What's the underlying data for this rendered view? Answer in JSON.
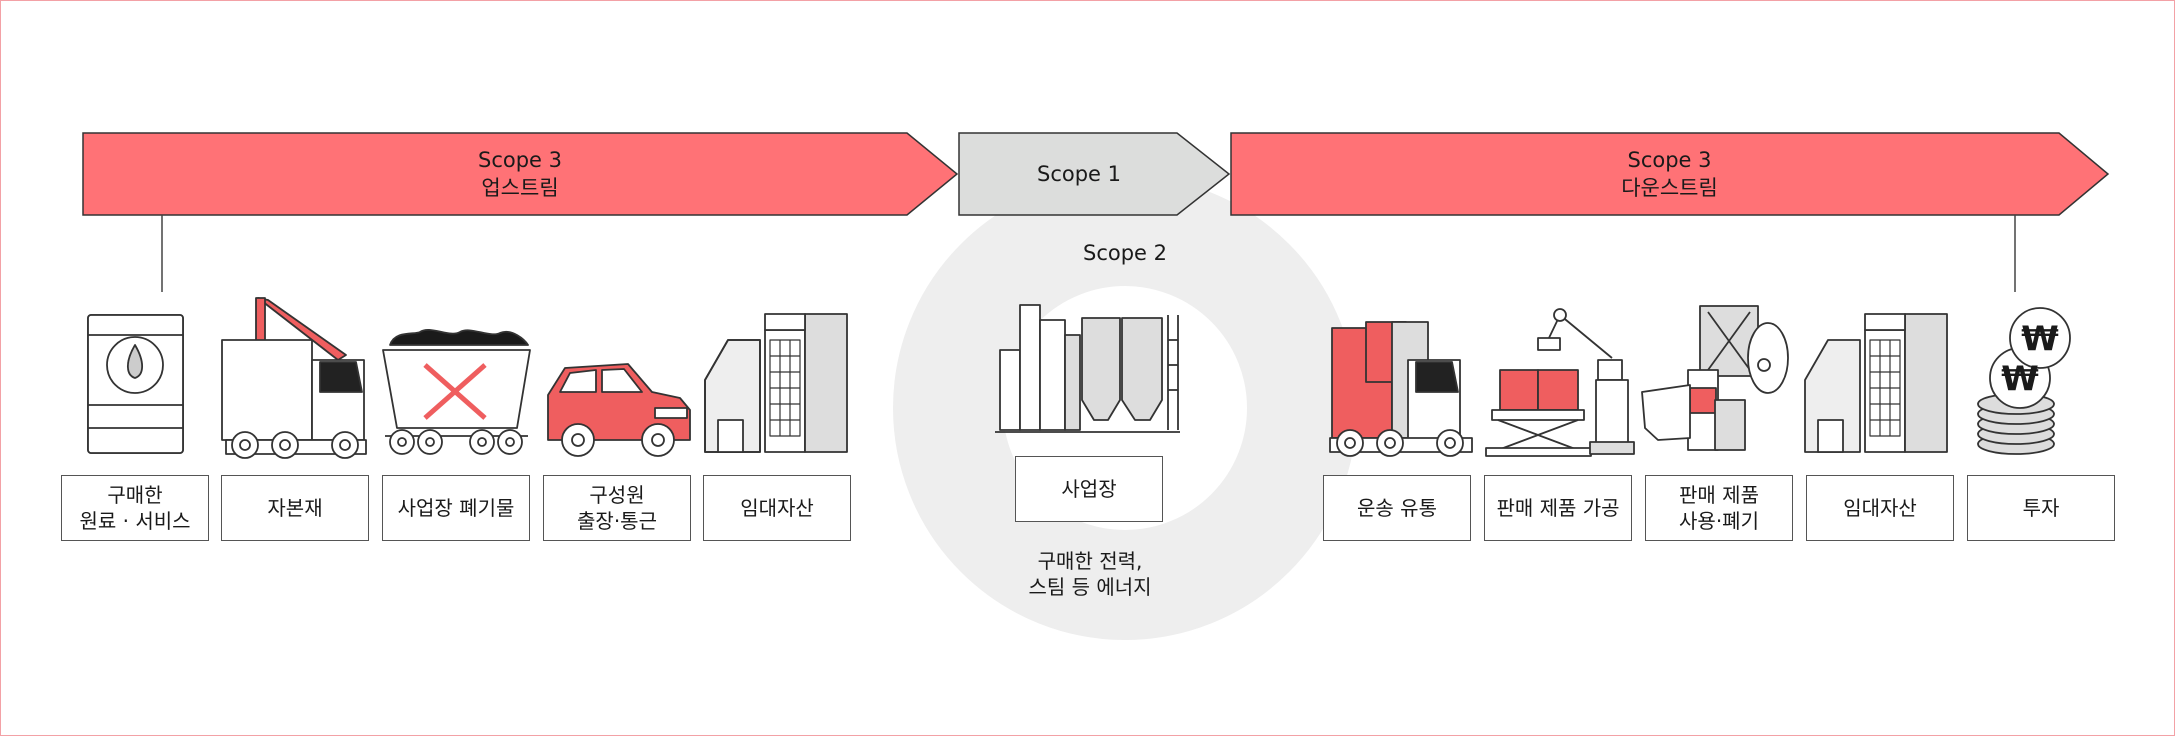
{
  "colors": {
    "upstream_downstream": "#ff7276",
    "scope1": "#dcdddc",
    "scope2_ring": "#eeeeee",
    "accent_red": "#ef5e5f"
  },
  "banners": {
    "upstream": {
      "title": "Scope 3",
      "subtitle": "업스트림"
    },
    "scope1": {
      "title": "Scope 1"
    },
    "downstream": {
      "title": "Scope 3",
      "subtitle": "다운스트림"
    }
  },
  "scope2": {
    "title": "Scope 2",
    "site_label": "사업장",
    "caption": "구매한 전력,\n스팀 등 에너지"
  },
  "upstream_items": [
    {
      "label": "구매한\n원료 · 서비스",
      "icon": "oil-barrel-icon"
    },
    {
      "label": "자본재",
      "icon": "crane-truck-icon"
    },
    {
      "label": "사업장 폐기물",
      "icon": "mine-cart-icon"
    },
    {
      "label": "구성원\n출장·통근",
      "icon": "car-icon"
    },
    {
      "label": "임대자산",
      "icon": "building-icon"
    }
  ],
  "downstream_items": [
    {
      "label": "운송 유통",
      "icon": "delivery-truck-icon"
    },
    {
      "label": "판매 제품 가공",
      "icon": "robot-arm-icon"
    },
    {
      "label": "판매 제품\n사용·폐기",
      "icon": "hand-product-icon"
    },
    {
      "label": "임대자산",
      "icon": "building-icon"
    },
    {
      "label": "투자",
      "icon": "won-coins-icon"
    }
  ]
}
